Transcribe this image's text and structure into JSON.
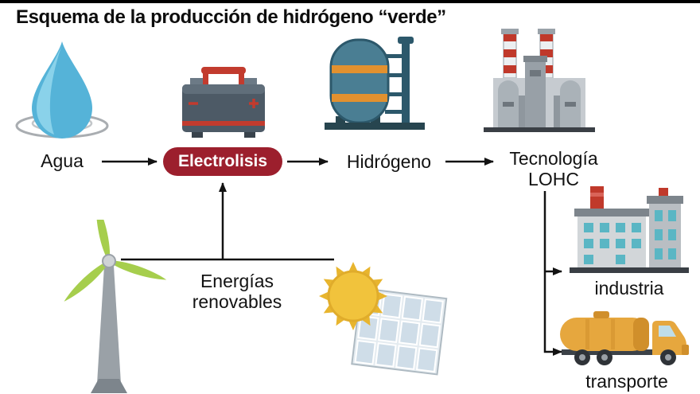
{
  "title": "Esquema de la producción de hidrógeno “verde”",
  "diagram": {
    "agua": "Agua",
    "electrolisis": "Electrolisis",
    "hidrogeno": "Hidrógeno",
    "tecnologia_line1": "Tecnología",
    "tecnologia_line2": "LOHC",
    "energias_line1": "Energías",
    "energias_line2": "renovables",
    "industria": "industria",
    "transporte": "transporte"
  },
  "icons": {
    "agua": "water-drop-icon",
    "electrolisis": "battery-electrolyzer-icon",
    "hidrogeno": "hydrogen-storage-tank-icon",
    "tecnologia_lohc": "power-plant-icon",
    "energia_eolica": "wind-turbine-icon",
    "energia_solar": "sun-solar-panel-icon",
    "industria": "factory-icon",
    "transporte": "tanker-truck-icon"
  },
  "colors": {
    "pill_red": "#9c1f2d",
    "water_blue": "#55b3d8",
    "battery_gray": "#4d5a66",
    "red_accent": "#c23b2e",
    "tank_teal": "#4a7e93",
    "band_orange": "#e2912f",
    "turbine_green": "#a6ce4d",
    "sun_yellow": "#f1c33c",
    "panel_blue": "#cfdde8",
    "truck_amber": "#e6a73e",
    "factory_red": "#c0392b",
    "window_teal": "#5ab6c4",
    "line_black": "#121212"
  }
}
